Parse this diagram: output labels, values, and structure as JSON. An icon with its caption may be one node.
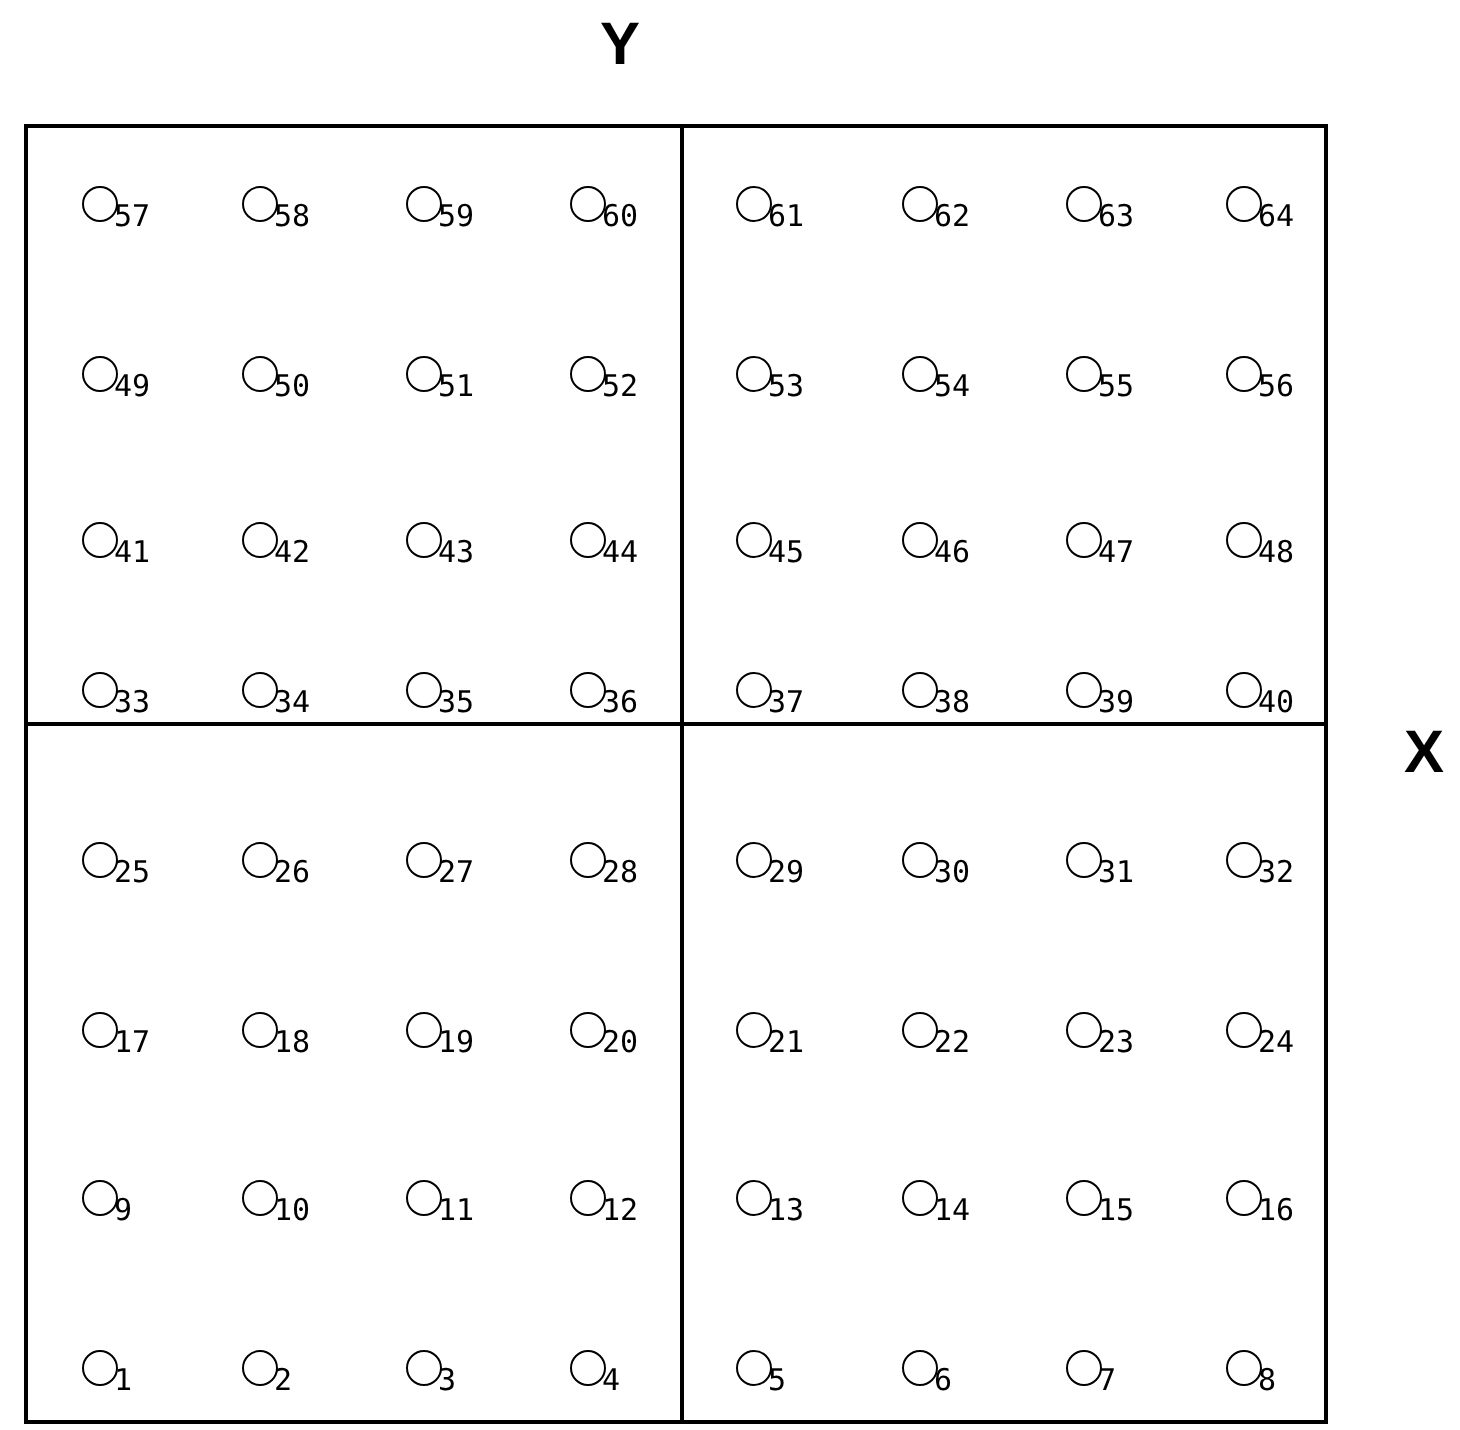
{
  "diagram": {
    "nodes": [
      {
        "text": [],
        "shape": "circle",
        "beside": [
          "57"
        ]
      },
      {
        "text": [],
        "shape": "circle",
        "beside": [
          "58"
        ]
      },
      {
        "text": [],
        "shape": "circle",
        "beside": [
          "59"
        ]
      },
      {
        "text": [],
        "shape": "circle",
        "beside": [
          "60"
        ]
      },
      {
        "text": [],
        "shape": "circle",
        "beside": [
          "61"
        ]
      },
      {
        "text": [],
        "shape": "circle",
        "beside": [
          "62"
        ]
      },
      {
        "text": [],
        "shape": "circle",
        "beside": [
          "63"
        ]
      },
      {
        "text": [],
        "shape": "circle",
        "beside": [
          "64"
        ]
      },
      {
        "text": [],
        "shape": "circle",
        "beside": [
          "49"
        ]
      },
      {
        "text": [],
        "shape": "circle",
        "beside": [
          "50"
        ]
      },
      {
        "text": [],
        "shape": "circle",
        "beside": [
          "51"
        ]
      },
      {
        "text": [],
        "shape": "circle",
        "beside": [
          "52"
        ]
      },
      {
        "text": [],
        "shape": "circle",
        "beside": [
          "53"
        ]
      },
      {
        "text": [],
        "shape": "circle",
        "beside": [
          "54"
        ]
      },
      {
        "text": [],
        "shape": "circle",
        "beside": [
          "55"
        ]
      },
      {
        "text": [],
        "shape": "circle",
        "beside": [
          "56"
        ]
      },
      {
        "text": [],
        "shape": "circle",
        "beside": [
          "41"
        ]
      },
      {
        "text": [],
        "shape": "circle",
        "beside": [
          "42"
        ]
      },
      {
        "text": [],
        "shape": "circle",
        "beside": [
          "43"
        ]
      },
      {
        "text": [],
        "shape": "circle",
        "beside": [
          "44"
        ]
      },
      {
        "text": [],
        "shape": "circle",
        "beside": [
          "45"
        ]
      },
      {
        "text": [],
        "shape": "circle",
        "beside": [
          "46"
        ]
      },
      {
        "text": [],
        "shape": "circle",
        "beside": [
          "47"
        ]
      },
      {
        "text": [],
        "shape": "circle",
        "beside": [
          "48"
        ]
      },
      {
        "text": [],
        "shape": "circle",
        "beside": [
          "33"
        ]
      },
      {
        "text": [],
        "shape": "circle",
        "beside": [
          "34"
        ]
      },
      {
        "text": [],
        "shape": "circle",
        "beside": [
          "35"
        ]
      },
      {
        "text": [],
        "shape": "circle",
        "beside": [
          "36"
        ]
      },
      {
        "text": [],
        "shape": "circle",
        "beside": [
          "37"
        ]
      },
      {
        "text": [],
        "shape": "circle",
        "beside": [
          "38"
        ]
      },
      {
        "text": [],
        "shape": "circle",
        "beside": [
          "39"
        ]
      },
      {
        "text": [],
        "shape": "circle",
        "beside": [
          "40"
        ]
      },
      {
        "text": [],
        "shape": "circle",
        "beside": [
          "25"
        ]
      },
      {
        "text": [],
        "shape": "circle",
        "beside": [
          "26"
        ]
      },
      {
        "text": [],
        "shape": "circle",
        "beside": [
          "27"
        ]
      },
      {
        "text": [],
        "shape": "circle",
        "beside": [
          "28"
        ]
      },
      {
        "text": [],
        "shape": "circle",
        "beside": [
          "29"
        ]
      },
      {
        "text": [],
        "shape": "circle",
        "beside": [
          "30"
        ]
      },
      {
        "text": [],
        "shape": "circle",
        "beside": [
          "31"
        ]
      },
      {
        "text": [],
        "shape": "circle",
        "beside": [
          "32"
        ]
      },
      {
        "text": [],
        "shape": "circle",
        "beside": [
          "17"
        ]
      },
      {
        "text": [],
        "shape": "circle",
        "beside": [
          "18"
        ]
      },
      {
        "text": [],
        "shape": "circle",
        "beside": [
          "19"
        ]
      },
      {
        "text": [],
        "shape": "circle",
        "beside": [
          "20"
        ]
      },
      {
        "text": [],
        "shape": "circle",
        "beside": [
          "21"
        ]
      },
      {
        "text": [],
        "shape": "circle",
        "beside": [
          "22"
        ]
      },
      {
        "text": [],
        "shape": "circle",
        "beside": [
          "23"
        ]
      },
      {
        "text": [],
        "shape": "circle",
        "beside": [
          "24"
        ]
      },
      {
        "text": [],
        "shape": "circle",
        "beside": [
          "9"
        ]
      },
      {
        "text": [],
        "shape": "circle",
        "beside": [
          "10"
        ]
      },
      {
        "text": [],
        "shape": "circle",
        "beside": [
          "11"
        ]
      },
      {
        "text": [],
        "shape": "circle",
        "beside": [
          "12"
        ]
      },
      {
        "text": [],
        "shape": "circle",
        "beside": [
          "13"
        ]
      },
      {
        "text": [],
        "shape": "circle",
        "beside": [
          "14"
        ]
      },
      {
        "text": [],
        "shape": "circle",
        "beside": [
          "15"
        ]
      },
      {
        "text": [],
        "shape": "circle",
        "beside": [
          "16"
        ]
      },
      {
        "text": [],
        "shape": "circle",
        "beside": [
          "1"
        ]
      },
      {
        "text": [],
        "shape": "circle",
        "beside": [
          "2"
        ]
      },
      {
        "text": [],
        "shape": "circle",
        "beside": [
          "3"
        ]
      },
      {
        "text": [],
        "shape": "circle",
        "beside": [
          "4"
        ]
      },
      {
        "text": [],
        "shape": "circle",
        "beside": [
          "5"
        ]
      },
      {
        "text": [],
        "shape": "circle",
        "beside": [
          "6"
        ]
      },
      {
        "text": [],
        "shape": "circle",
        "beside": [
          "7"
        ]
      },
      {
        "text": [],
        "shape": "circle",
        "beside": [
          "8"
        ]
      }
    ],
    "labels": [
      "Y",
      "X"
    ]
  }
}
